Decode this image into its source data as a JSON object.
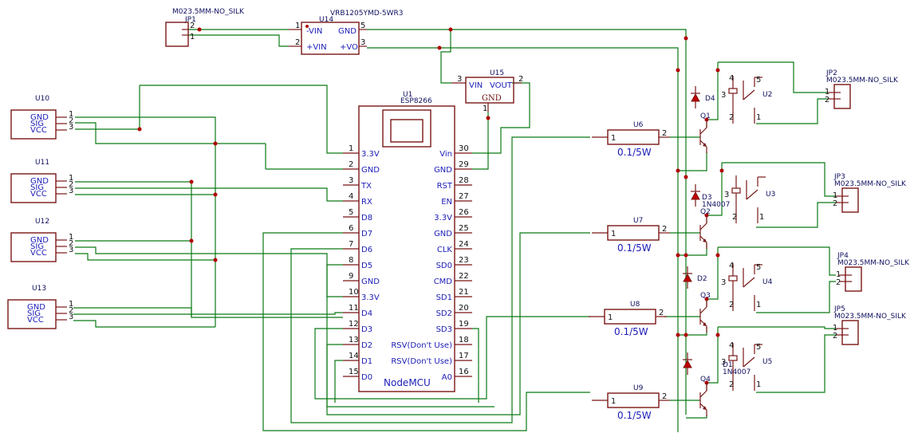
{
  "nodemcu": {
    "ref": "U1",
    "value": "ESP8266",
    "name": "NodeMCU",
    "left_pins": [
      {
        "num": "1",
        "label": "3.3V"
      },
      {
        "num": "2",
        "label": "GND"
      },
      {
        "num": "3",
        "label": "TX"
      },
      {
        "num": "4",
        "label": "RX"
      },
      {
        "num": "5",
        "label": "D8"
      },
      {
        "num": "6",
        "label": "D7"
      },
      {
        "num": "7",
        "label": "D6"
      },
      {
        "num": "8",
        "label": "D5"
      },
      {
        "num": "9",
        "label": "GND"
      },
      {
        "num": "10",
        "label": "3.3V"
      },
      {
        "num": "11",
        "label": "D4"
      },
      {
        "num": "12",
        "label": "D3"
      },
      {
        "num": "13",
        "label": "D2"
      },
      {
        "num": "14",
        "label": "D1"
      },
      {
        "num": "15",
        "label": "D0"
      }
    ],
    "right_pins": [
      {
        "num": "30",
        "label": "Vin"
      },
      {
        "num": "29",
        "label": "GND"
      },
      {
        "num": "28",
        "label": "RST"
      },
      {
        "num": "27",
        "label": "EN"
      },
      {
        "num": "26",
        "label": "3.3V"
      },
      {
        "num": "25",
        "label": "GND"
      },
      {
        "num": "24",
        "label": "CLK"
      },
      {
        "num": "23",
        "label": "SD0"
      },
      {
        "num": "22",
        "label": "CMD"
      },
      {
        "num": "21",
        "label": "SD1"
      },
      {
        "num": "20",
        "label": "SD2"
      },
      {
        "num": "19",
        "label": "SD3"
      },
      {
        "num": "18",
        "label": "RSV(Don't Use)"
      },
      {
        "num": "17",
        "label": "RSV(Don't Use)"
      },
      {
        "num": "16",
        "label": "A0"
      }
    ]
  },
  "sensors": [
    {
      "ref": "U10",
      "pins": [
        "GND",
        "SIG",
        "VCC"
      ],
      "nums": [
        "1",
        "2",
        "3"
      ]
    },
    {
      "ref": "U11",
      "pins": [
        "GND",
        "SIG",
        "VCC"
      ],
      "nums": [
        "1",
        "2",
        "3"
      ]
    },
    {
      "ref": "U12",
      "pins": [
        "GND",
        "SIG",
        "VCC"
      ],
      "nums": [
        "1",
        "2",
        "3"
      ]
    },
    {
      "ref": "U13",
      "pins": [
        "GND",
        "SIG",
        "VCC"
      ],
      "nums": [
        "1",
        "2",
        "3"
      ]
    }
  ],
  "jp1": {
    "ref": "JP1",
    "value": "M023.5MM-NO_SILK",
    "pin1": "1",
    "pin2": "2"
  },
  "u14": {
    "ref": "U14",
    "value": "VRB1205YMD-5WR3",
    "vin_neg": "-VIN",
    "vin_pos": "+VIN",
    "gnd": "GND",
    "vo": "+VO",
    "p1": "1",
    "p2": "2",
    "p3": "3",
    "p5": "5"
  },
  "u15": {
    "ref": "U15",
    "vin": "VIN",
    "vout": "VOUT",
    "gnd": "GND",
    "p1": "1",
    "p2": "2",
    "p3": "3"
  },
  "resistors": [
    {
      "ref": "U6",
      "value": "0.1/5W",
      "p1": "1",
      "p2": "2"
    },
    {
      "ref": "U7",
      "value": "0.1/5W",
      "p1": "1",
      "p2": "2"
    },
    {
      "ref": "U8",
      "value": "0.1/5W",
      "p1": "1",
      "p2": "2"
    },
    {
      "ref": "U9",
      "value": "0.1/5W",
      "p1": "1",
      "p2": "2"
    }
  ],
  "transistors": [
    "Q1",
    "Q2",
    "Q3",
    "Q4"
  ],
  "diodes": [
    {
      "ref": "D4",
      "value": ""
    },
    {
      "ref": "D3",
      "value": "1N4007"
    },
    {
      "ref": "D2",
      "value": ""
    },
    {
      "ref": "D1",
      "value": "1N4007"
    }
  ],
  "relays": [
    {
      "ref": "U2",
      "p1": "1",
      "p2": "2",
      "p3": "3",
      "p4": "4",
      "p5": "5"
    },
    {
      "ref": "U3",
      "p1": "1",
      "p2": "2",
      "p3": "3",
      "p4": "",
      "p5": ""
    },
    {
      "ref": "U4",
      "p1": "1",
      "p2": "2",
      "p3": "3",
      "p4": "4",
      "p5": "5"
    },
    {
      "ref": "U5",
      "p1": "1",
      "p2": "2",
      "p3": "3",
      "p4": "4",
      "p5": "5"
    }
  ],
  "out_connectors": [
    {
      "ref": "JP2",
      "value": "M023.5MM-NO_SILK",
      "p1": "1",
      "p2": "2"
    },
    {
      "ref": "JP3",
      "value": "M023.5MM-NO_SILK",
      "p1": "1",
      "p2": "2"
    },
    {
      "ref": "JP4",
      "value": "M023.5MM-NO_SILK",
      "p1": "1",
      "p2": "2"
    },
    {
      "ref": "JP5",
      "value": "M023.5MM-NO_SILK",
      "p1": "1",
      "p2": "2"
    }
  ]
}
